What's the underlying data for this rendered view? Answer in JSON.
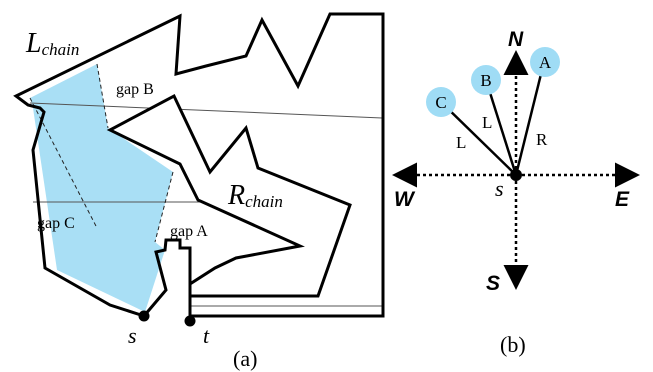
{
  "panel_a": {
    "caption": "(a)",
    "labels": {
      "l_chain_main": "L",
      "l_chain_sub": "chain",
      "r_chain_main": "R",
      "r_chain_sub": "chain",
      "gap_a": "gap A",
      "gap_b": "gap B",
      "gap_c": "gap C",
      "s": "s",
      "t": "t"
    },
    "colors": {
      "outline": "#000000",
      "shaded_region": "#a9dff5",
      "hline": "#555555"
    }
  },
  "panel_b": {
    "caption": "(b)",
    "compass": {
      "n": "N",
      "s": "S",
      "e": "E",
      "w": "W"
    },
    "origin_label": "s",
    "points": [
      {
        "id": "A",
        "ray_label": "R"
      },
      {
        "id": "B",
        "ray_label": "L"
      },
      {
        "id": "C",
        "ray_label": "L"
      }
    ],
    "colors": {
      "point_fill": "#9fdcf5",
      "line": "#000000"
    }
  }
}
